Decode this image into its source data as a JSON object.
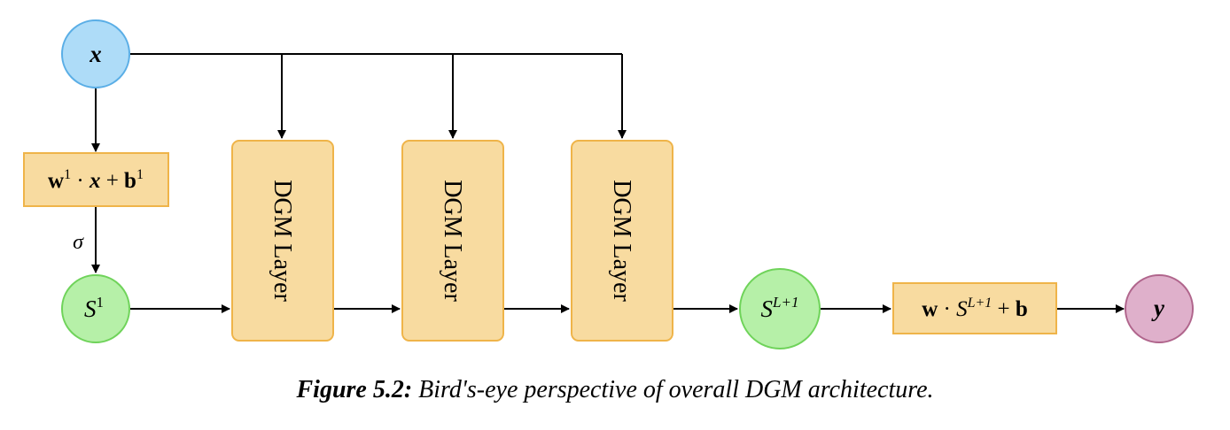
{
  "nodes": {
    "input": {
      "label": "x"
    },
    "s1": {
      "label_base": "S",
      "label_sup": "1"
    },
    "sL": {
      "label_base": "S",
      "label_sup": "L+1"
    },
    "output": {
      "label": "y"
    }
  },
  "boxes": {
    "first_affine": {
      "w": "w",
      "w_sup": "1",
      "dot": " · ",
      "x": "x",
      "plus": " + ",
      "b": "b",
      "b_sup": "1"
    },
    "final_affine": {
      "w": "w",
      "dot": " · ",
      "S": "S",
      "S_sup": "L+1",
      "plus": " + ",
      "b": "b"
    }
  },
  "activation_label": "σ",
  "layers": [
    {
      "label": "DGM Layer"
    },
    {
      "label": "DGM Layer"
    },
    {
      "label": "DGM Layer"
    }
  ],
  "caption": {
    "prefix": "Figure 5.2:",
    "text": " Bird's-eye perspective of overall DGM architecture."
  },
  "colors": {
    "input_fill": "#aedcf8",
    "input_stroke": "#5aaee6",
    "state_fill": "#b6f0a8",
    "state_stroke": "#6fd35a",
    "output_fill": "#dfb0cb",
    "output_stroke": "#b0658c",
    "box_fill": "#f8dba0",
    "box_stroke": "#efb449"
  }
}
